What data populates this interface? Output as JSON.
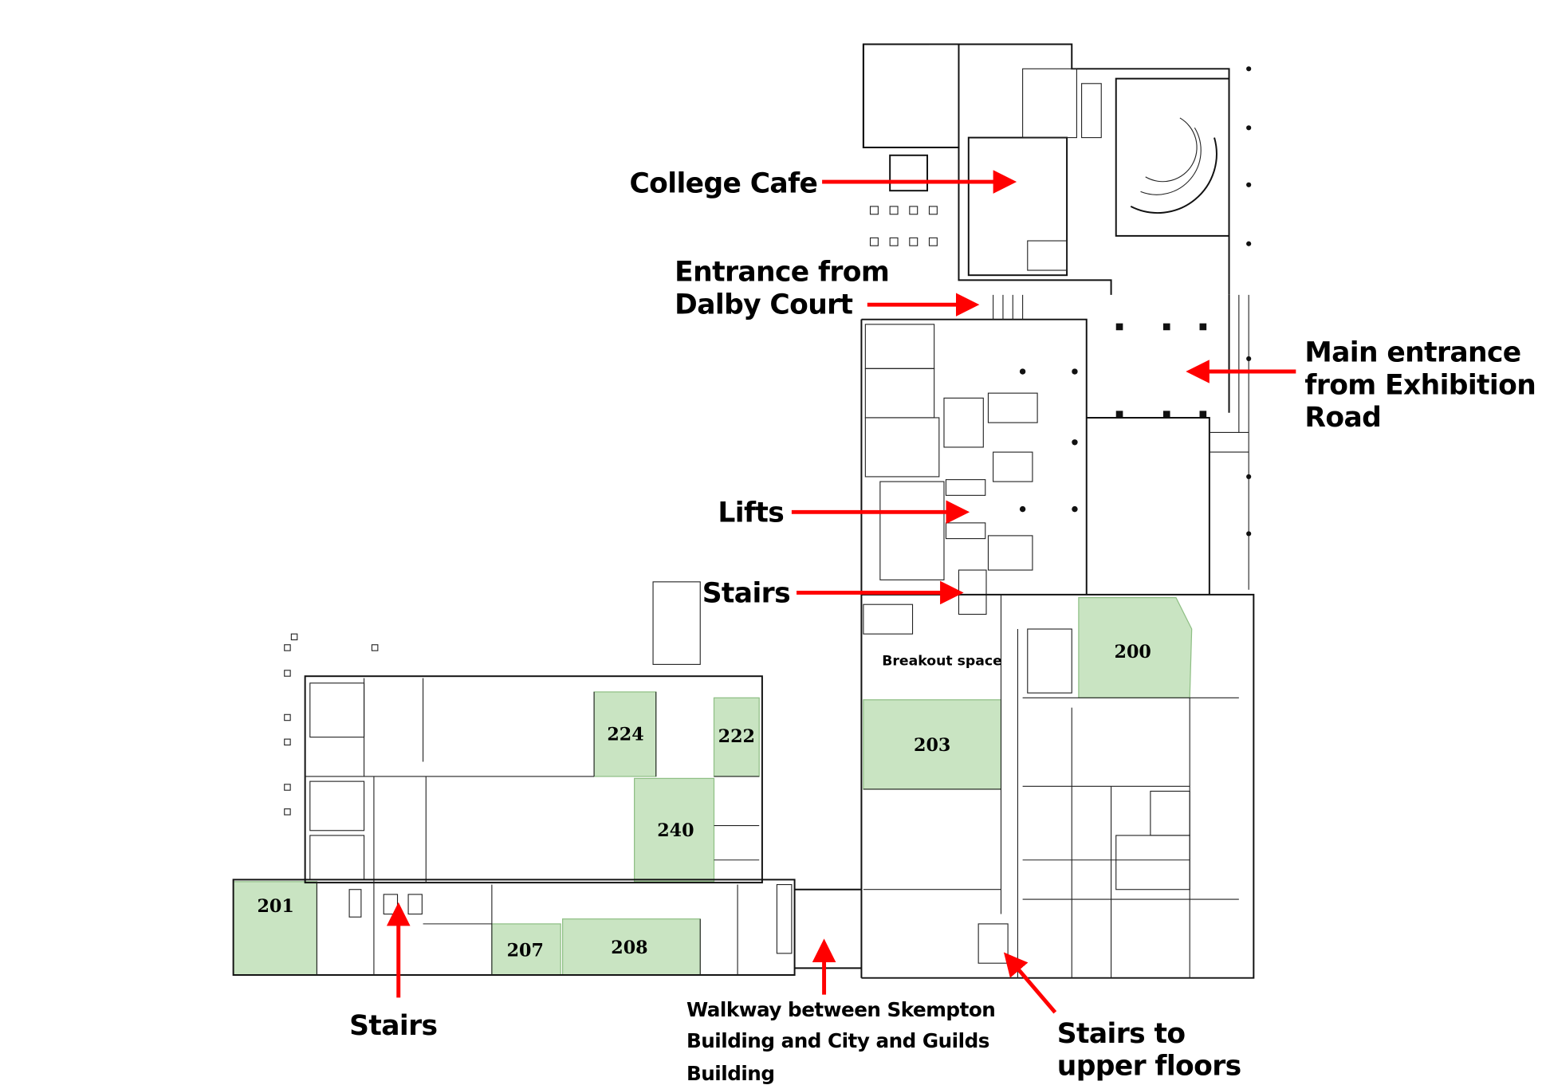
{
  "labels": {
    "college_cafe": "College Cafe",
    "entrance_dalby": [
      "Entrance from",
      "Dalby Court"
    ],
    "main_entrance": [
      "Main entrance",
      "from Exhibition",
      "Road"
    ],
    "lifts": "Lifts",
    "stairs_center": "Stairs",
    "stairs_left": "Stairs",
    "walkway": [
      "Walkway between Skempton",
      "Building and City and Guilds",
      "Building"
    ],
    "stairs_upper": [
      "Stairs to",
      "upper floors"
    ],
    "breakout": "Breakout space"
  },
  "rooms": [
    "200",
    "201",
    "203",
    "207",
    "208",
    "222",
    "224",
    "240"
  ],
  "colors": {
    "arrow": "#ff0000",
    "room_fill": "#c9e4c2",
    "wall": "#111111"
  }
}
